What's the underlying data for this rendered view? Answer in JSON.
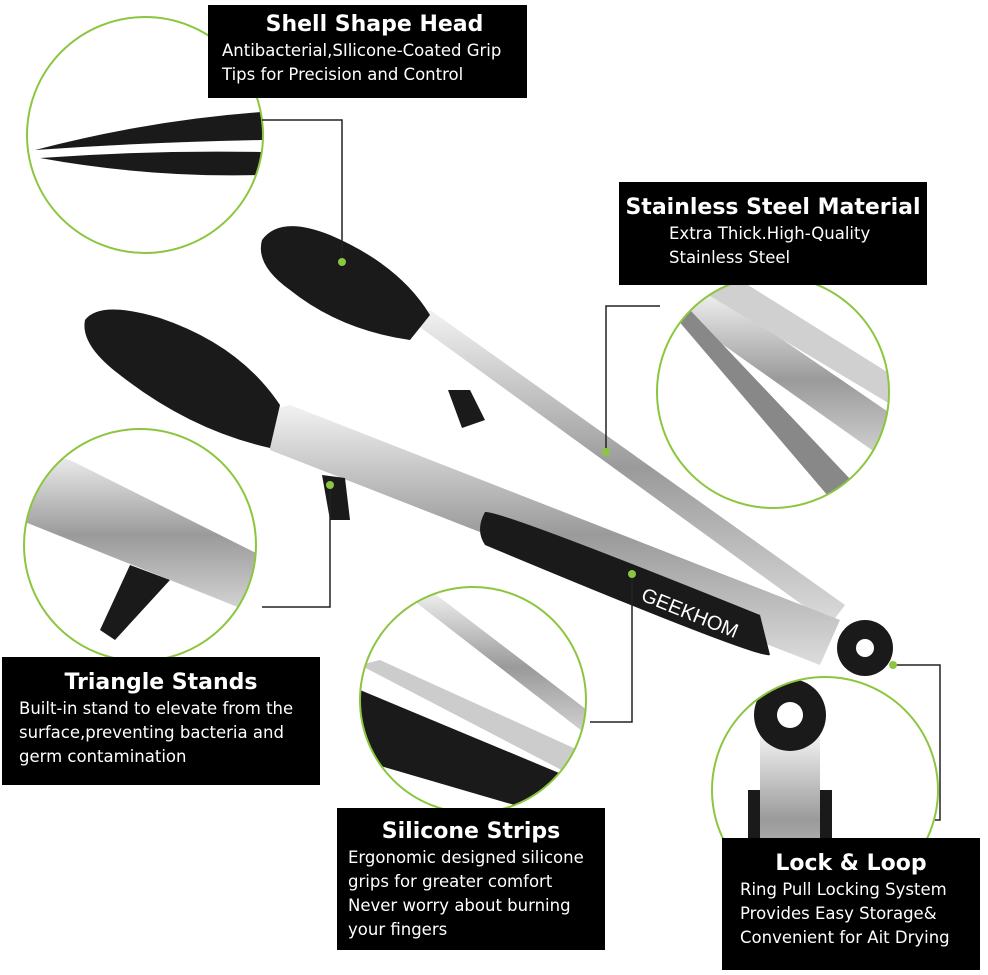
{
  "brand": "GEEKHOM",
  "colors": {
    "circle_outline": "#8cc63f",
    "dot": "#8cc63f",
    "box": "#000000",
    "silicone": "#1a1a1a",
    "steel": "#b8b8b8"
  },
  "callouts": [
    {
      "title": "Shell Shape Head",
      "text": "Antibacterial,SIlicone-Coated Grip\nTips for Precision and Control"
    },
    {
      "title": "Stainless Steel Material",
      "text": "Extra Thick.High-Quality\nStainless Steel"
    },
    {
      "title": "Triangle Stands",
      "text": "Built-in stand to elevate from the\n surface,preventing bacteria and\ngerm contamination"
    },
    {
      "title": "Silicone Strips",
      "text": "Ergonomic designed silicone\ngrips for greater comfort\nNever worry about burning\nyour fingers"
    },
    {
      "title": "Lock & Loop",
      "text": "Ring Pull Locking System\nProvides Easy Storage&\nConvenient for Ait Drying"
    }
  ]
}
